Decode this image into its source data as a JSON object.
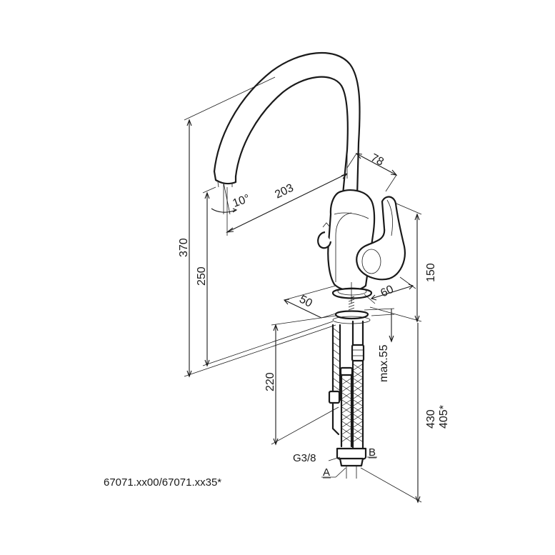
{
  "model_code": "67071.xx00/67071.xx35*",
  "dimensions": {
    "height_total": "370",
    "height_outlet": "250",
    "reach": "203",
    "angle": "10°",
    "lever_depth": "78",
    "body_height": "150",
    "base_left": "50",
    "base_right": "60",
    "max_thickness": "max.55",
    "hose_220": "220",
    "hose_430": "430",
    "hose_405": "405*"
  },
  "connections": {
    "thread": "G3/8",
    "port_a": "A",
    "port_b": "B"
  }
}
